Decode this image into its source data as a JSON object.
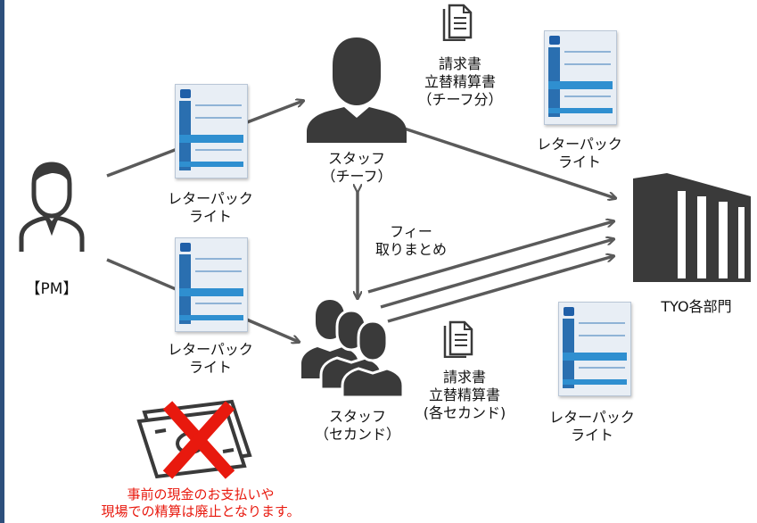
{
  "labels": {
    "pm": "【PM】",
    "chief": "スタッフ\n（チーフ）",
    "second": "スタッフ\n（セカンド）",
    "tyo": "TYO各部門",
    "fee": "フィー\n取りまとめ",
    "doc_chief": "請求書\n立替精算書\n（チーフ分）",
    "doc_second": "請求書\n立替精算書\n(各セカンド)",
    "lp_pm_chief": "レターパック\nライト",
    "lp_pm_second": "レターパック\nライト",
    "lp_chief_tyo": "レターパック\nライト",
    "lp_second_tyo": "レターパック\nライト",
    "warning": "事前の現金のお支払いや\n現場での精算は廃止となります。"
  },
  "icons": {
    "pm": "person-outline-icon",
    "chief": "person-silhouette-icon",
    "second": "group-silhouette-icon",
    "tyo": "building-icon",
    "doc": "document-icon",
    "cash": "cash-crossed-icon"
  },
  "colors": {
    "arrow": "#5a5a5a",
    "icon": "#3a3a3a",
    "warning": "#e8190e",
    "cross": "#e8190e",
    "border": "#2d4f7c"
  }
}
